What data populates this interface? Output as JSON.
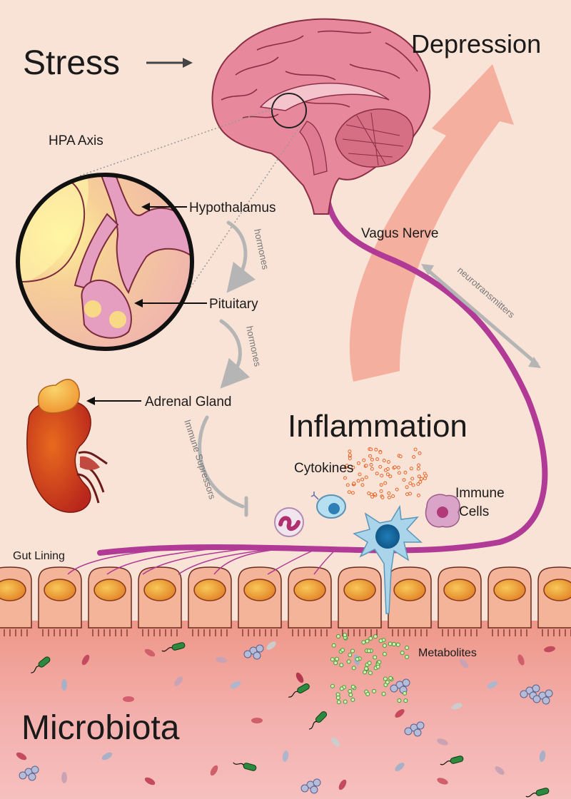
{
  "labels": {
    "stress": "Stress",
    "depression": "Depression",
    "hpa_axis": "HPA Axis",
    "hypothalamus": "Hypothalamus",
    "pituitary": "Pituitary",
    "adrenal_gland": "Adrenal Gland",
    "vagus_nerve": "Vagus Nerve",
    "inflammation": "Inflammation",
    "cytokines": "Cytokines",
    "immune_cells_line1": "Immune",
    "immune_cells_line2": "Cells",
    "gut_lining": "Gut Lining",
    "metabolites": "Metabolites",
    "microbiota": "Microbiota"
  },
  "arrow_labels": {
    "hormones_1": "hormones",
    "hormones_2": "hormones",
    "immune_supressors": "Immune Supressors",
    "neurotransmitters": "neurotransmitters"
  },
  "colors": {
    "background": "#f9e3d6",
    "brain": "#e8889c",
    "vagus_nerve": "#b03a95",
    "depression_arrow": "#f4a898",
    "arrows_gray": "#b5b5b5",
    "gut_cell": "#f4b49a",
    "gut_nucleus": "#e8902e",
    "lumen": "#ef9b91",
    "kidney": "#d2401e",
    "adrenal": "#f2a73a"
  }
}
